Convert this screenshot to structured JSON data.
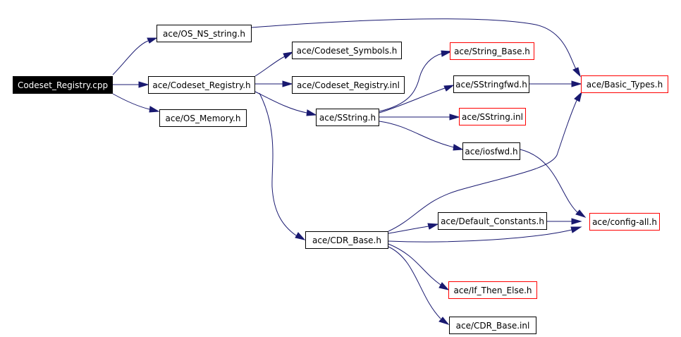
{
  "colors": {
    "edge": "#191970",
    "node_border": "#000000",
    "node_border_missing": "#ff0000",
    "root_fill": "#000000",
    "root_text": "#ffffff"
  },
  "nodes": {
    "codeset_registry_cpp": "Codeset_Registry.cpp",
    "os_ns_string_h": "ace/OS_NS_string.h",
    "codeset_registry_h": "ace/Codeset_Registry.h",
    "os_memory_h": "ace/OS_Memory.h",
    "codeset_symbols_h": "ace/Codeset_Symbols.h",
    "codeset_registry_inl": "ace/Codeset_Registry.inl",
    "sstring_h": "ace/SString.h",
    "cdr_base_h": "ace/CDR_Base.h",
    "string_base_h": "ace/String_Base.h",
    "sstringfwd_h": "ace/SStringfwd.h",
    "sstring_inl": "ace/SString.inl",
    "iosfwd_h": "ace/iosfwd.h",
    "default_constants_h": "ace/Default_Constants.h",
    "if_then_else_h": "ace/If_Then_Else.h",
    "cdr_base_inl": "ace/CDR_Base.inl",
    "basic_types_h": "ace/Basic_Types.h",
    "config_all_h": "ace/config-all.h"
  }
}
